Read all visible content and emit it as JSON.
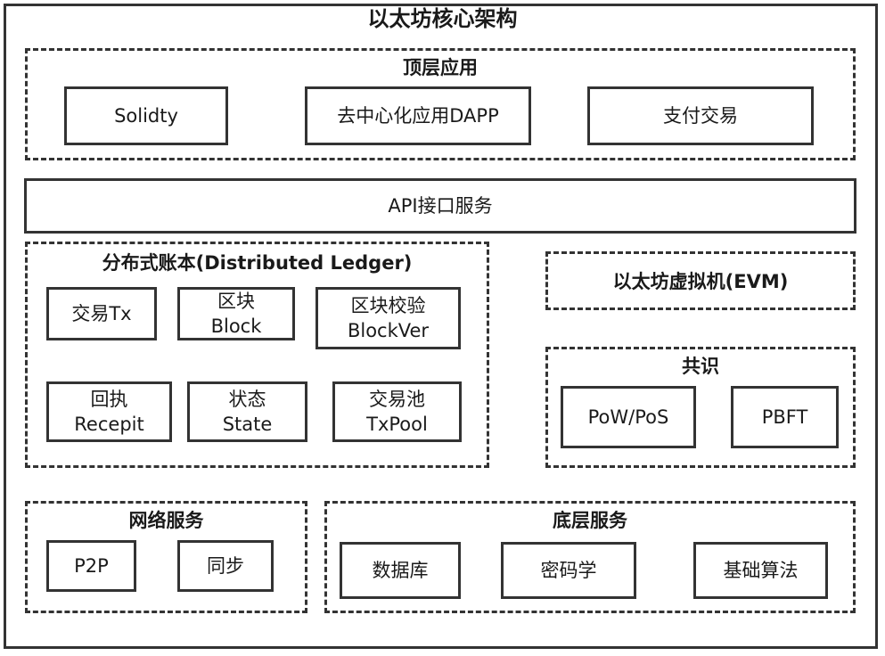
{
  "title": "以太坊核心架构",
  "top_layer": {
    "title": "顶层应用",
    "items": [
      "Solidty",
      "去中心化应用DAPP",
      "支付交易"
    ]
  },
  "api": {
    "label": "API接口服务"
  },
  "ledger": {
    "title": "分布式账本(Distributed Ledger)",
    "items": [
      {
        "line1": "交易Tx",
        "line2": ""
      },
      {
        "line1": "区块",
        "line2": "Block"
      },
      {
        "line1": "区块校验",
        "line2": "BlockVer"
      },
      {
        "line1": "回执",
        "line2": "Recepit"
      },
      {
        "line1": "状态",
        "line2": "State"
      },
      {
        "line1": "交易池",
        "line2": "TxPool"
      }
    ]
  },
  "evm": {
    "label": "以太坊虚拟机(EVM)"
  },
  "consensus": {
    "title": "共识",
    "items": [
      "PoW/PoS",
      "PBFT"
    ]
  },
  "network": {
    "title": "网络服务",
    "items": [
      "P2P",
      "同步"
    ]
  },
  "base": {
    "title": "底层服务",
    "items": [
      "数据库",
      "密码学",
      "基础算法"
    ]
  }
}
